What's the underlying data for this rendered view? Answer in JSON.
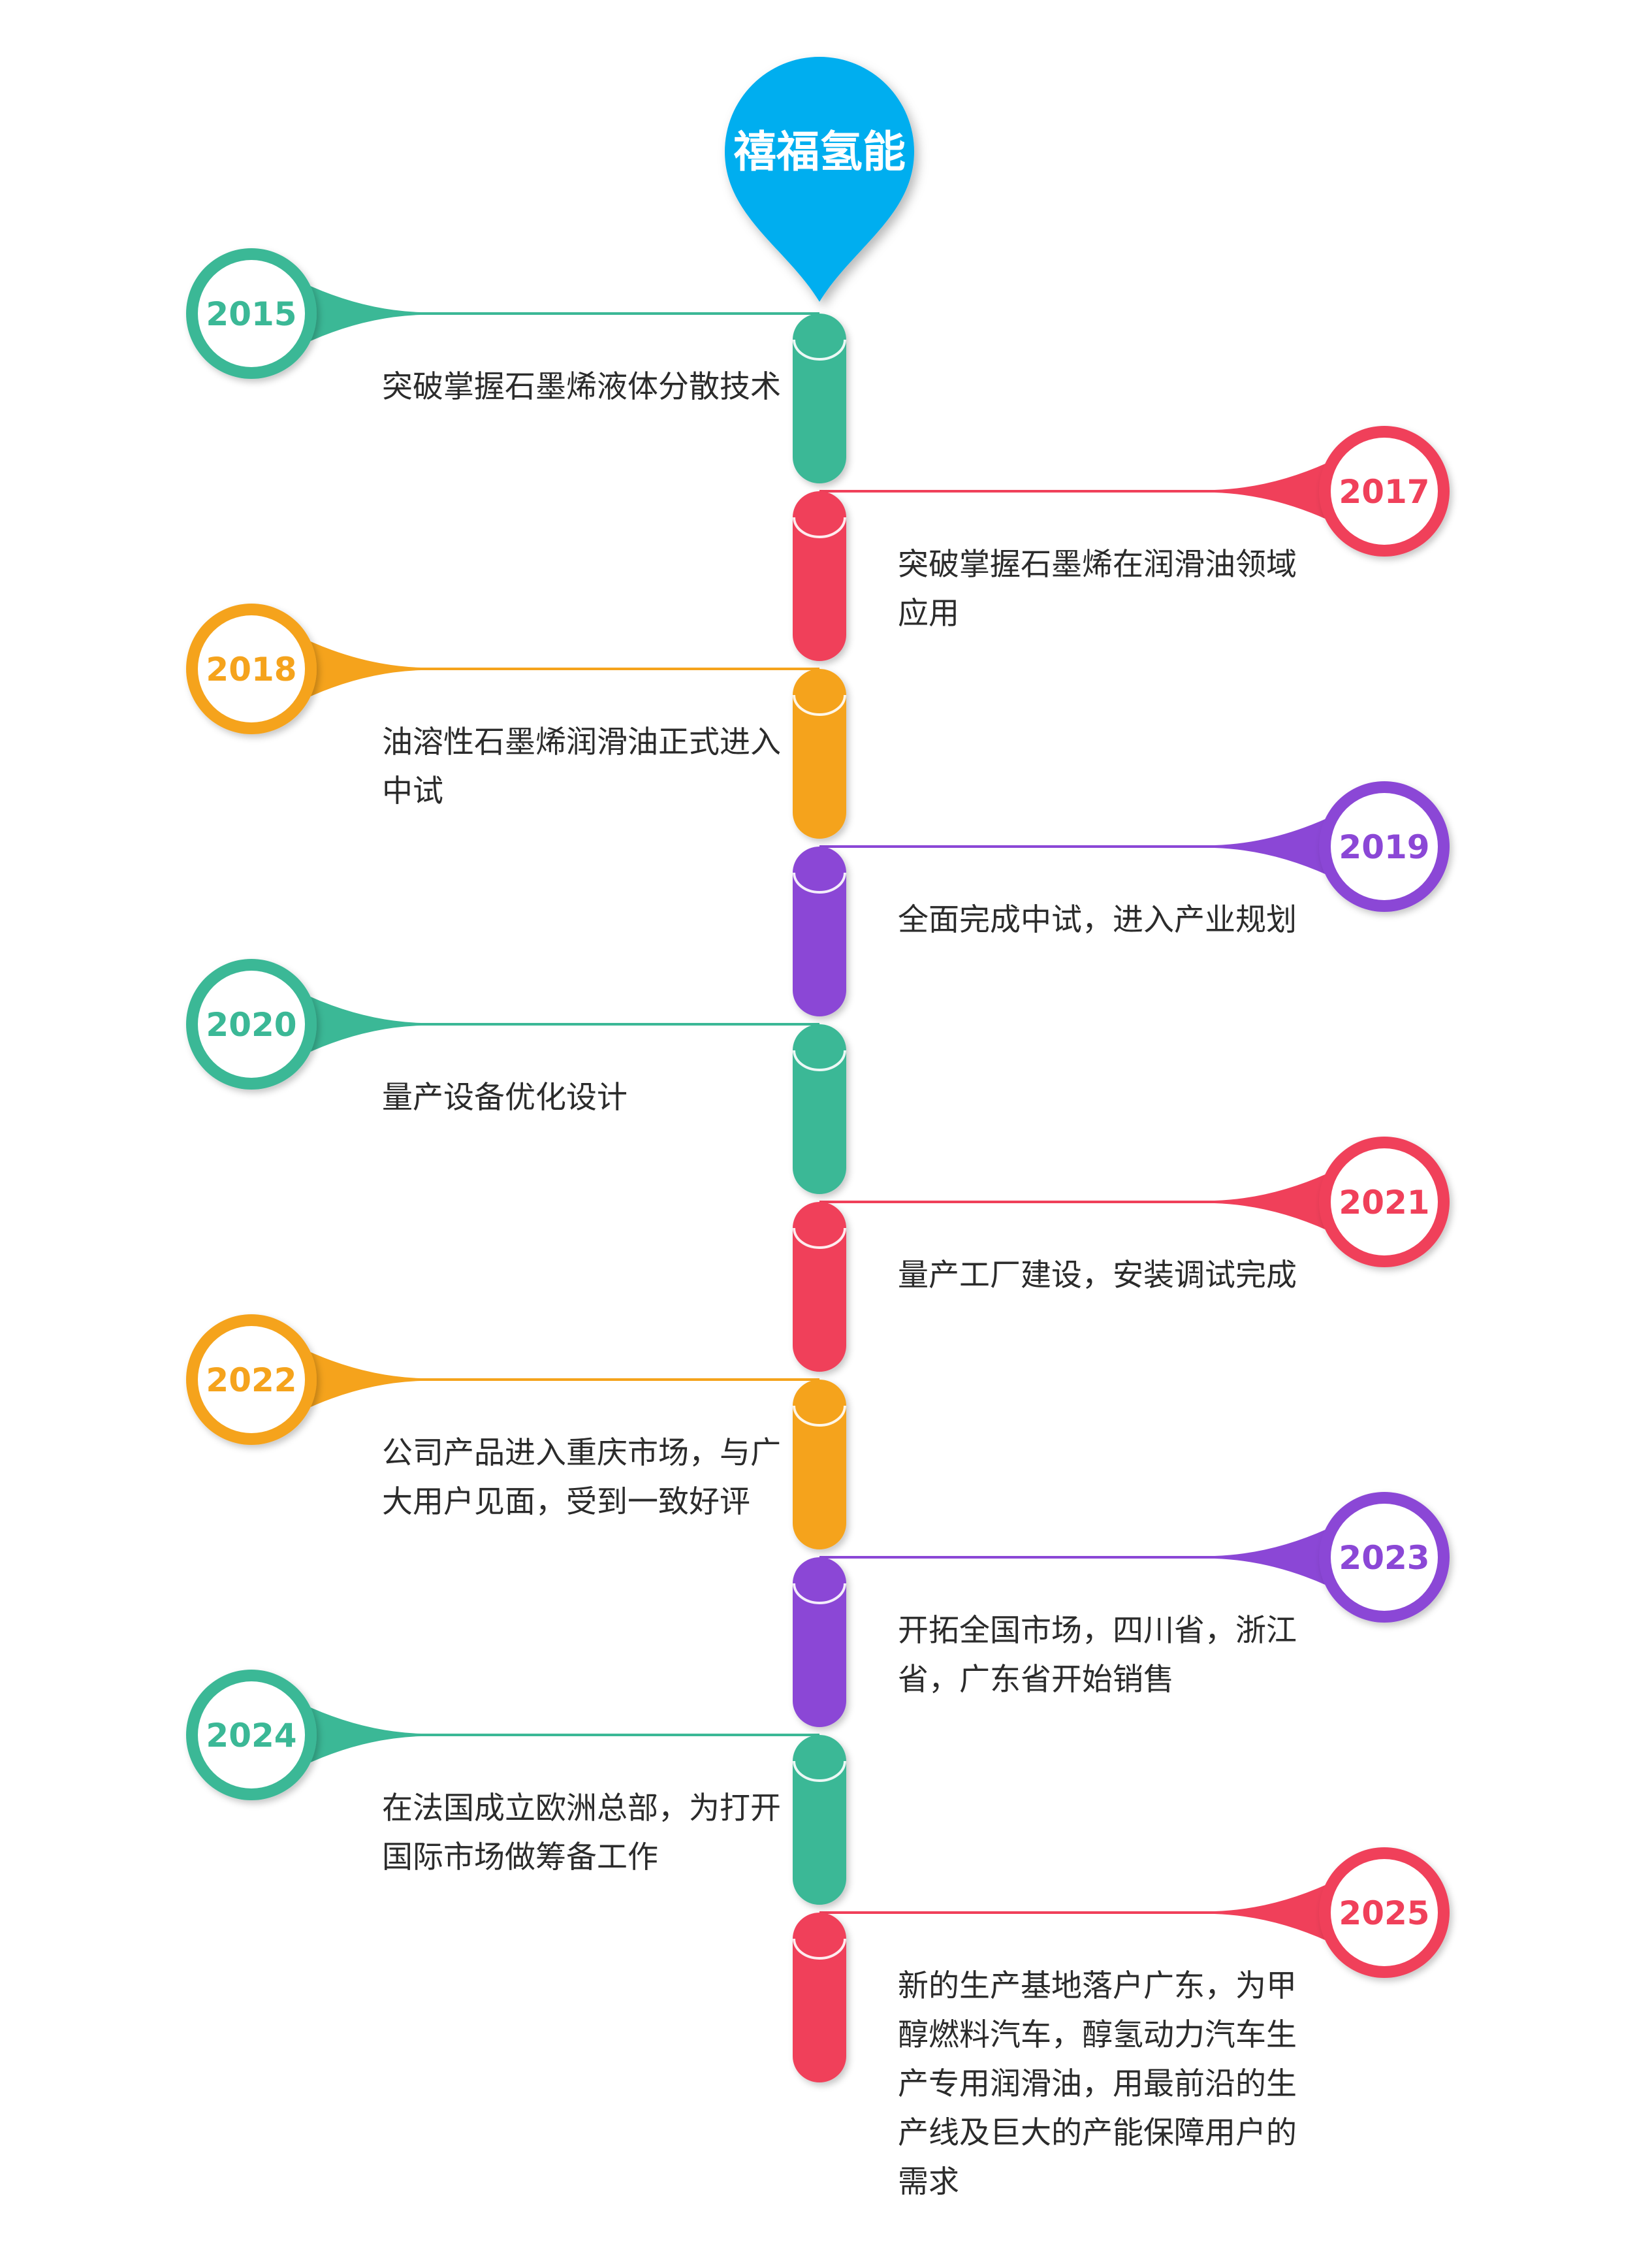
{
  "header": {
    "title": "禧福氢能",
    "color": "#06aeef"
  },
  "colors": {
    "green": "#3bb896",
    "red": "#f0405a",
    "orange": "#f5a31c",
    "purple": "#8b47d6"
  },
  "events": [
    {
      "year": "2015",
      "text": "突破掌握石墨烯液体分散技术",
      "color": "#3bb896",
      "side": "left"
    },
    {
      "year": "2017",
      "text": "突破掌握石墨烯在润滑油领域应用",
      "color": "#f0405a",
      "side": "right"
    },
    {
      "year": "2018",
      "text": "油溶性石墨烯润滑油正式进入中试",
      "color": "#f5a31c",
      "side": "left"
    },
    {
      "year": "2019",
      "text": "全面完成中试，进入产业规划",
      "color": "#8b47d6",
      "side": "right"
    },
    {
      "year": "2020",
      "text": "量产设备优化设计",
      "color": "#3bb896",
      "side": "left"
    },
    {
      "year": "2021",
      "text": "量产工厂建设，安装调试完成",
      "color": "#f0405a",
      "side": "right"
    },
    {
      "year": "2022",
      "text": "公司产品进入重庆市场，与广大用户见面，受到一致好评",
      "color": "#f5a31c",
      "side": "left"
    },
    {
      "year": "2023",
      "text": "开拓全国市场，四川省，浙江省，广东省开始销售",
      "color": "#8b47d6",
      "side": "right"
    },
    {
      "year": "2024",
      "text": "在法国成立欧洲总部，为打开国际市场做筹备工作",
      "color": "#3bb896",
      "side": "left"
    },
    {
      "year": "2025",
      "text": "新的生产基地落户广东，为甲醇燃料汽车，醇氢动力汽车生产专用润滑油，用最前沿的生产线及巨大的产能保障用户的需求",
      "color": "#f0405a",
      "side": "right"
    }
  ]
}
